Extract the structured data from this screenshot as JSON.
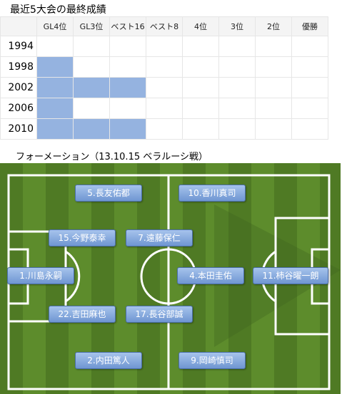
{
  "title": "最近5大会の最終成績",
  "columns": [
    "GL4位",
    "GL3位",
    "ベスト16",
    "ベスト8",
    "4位",
    "3位",
    "2位",
    "優勝"
  ],
  "rows": [
    {
      "year": "1994",
      "level": 0
    },
    {
      "year": "1998",
      "level": 1
    },
    {
      "year": "2002",
      "level": 3
    },
    {
      "year": "2006",
      "level": 1
    },
    {
      "year": "2010",
      "level": 3
    }
  ],
  "formation_title": "フォーメーション（13.10.15 ベラルーシ戦）",
  "players": [
    {
      "label": "5.長友佑都",
      "pos": "lm"
    },
    {
      "label": "10.香川真司",
      "pos": "rm"
    },
    {
      "label": "15.今野泰幸",
      "pos": "lcb"
    },
    {
      "label": "7.遠藤保仁",
      "pos": "dm1"
    },
    {
      "label": "1.川島永嗣",
      "pos": "gk"
    },
    {
      "label": "4.本田圭佑",
      "pos": "am"
    },
    {
      "label": "11.柿谷曜一朗",
      "pos": "cf"
    },
    {
      "label": "22.吉田麻也",
      "pos": "rcb"
    },
    {
      "label": "17.長谷部誠",
      "pos": "dm2"
    },
    {
      "label": "2.内田篤人",
      "pos": "rb"
    },
    {
      "label": "9.岡崎慎司",
      "pos": "rw"
    }
  ],
  "colors": {
    "fill": "#95b3e0",
    "pitch": "#5d8c2c",
    "player": "#7ea3dc"
  }
}
